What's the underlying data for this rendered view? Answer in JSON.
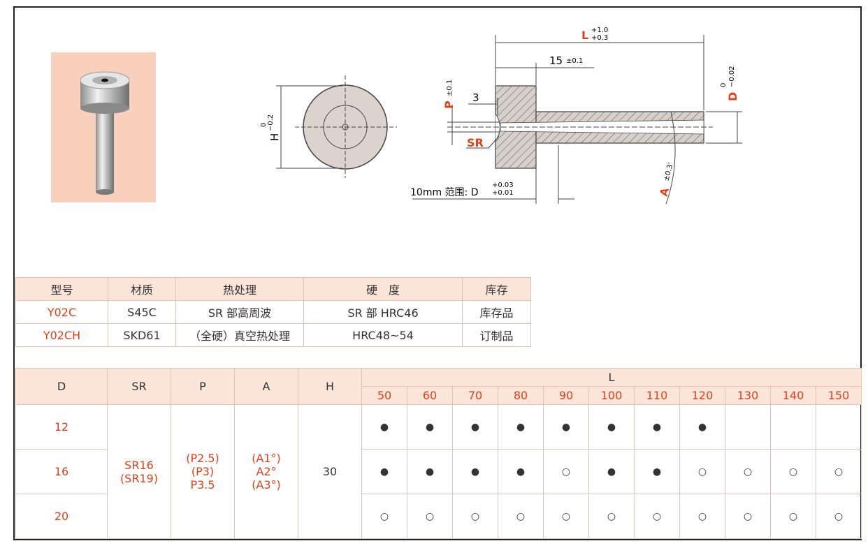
{
  "drawing": {
    "L_label": "L",
    "L_tol_upper": "+1.0",
    "L_tol_lower": "+0.3",
    "dim_15": "15",
    "dim_15_tol": "±0.1",
    "P_label": "P",
    "P_tol": "±0.1",
    "dim_3": "3",
    "SR_label": "SR",
    "H_label": "H",
    "H_tol_upper": "0",
    "H_tol_lower": "−0.2",
    "D_label": "D",
    "D_tol_upper": "0",
    "D_tol_lower": "−0.02",
    "range_text": "10mm 范围: D",
    "range_tol_upper": "+0.03",
    "range_tol_lower": "+0.01",
    "A_label": "A",
    "A_tol": "±0.3'"
  },
  "spec_table": {
    "headers": [
      "型号",
      "材质",
      "热处理",
      "硬　度",
      "库存"
    ],
    "rows": [
      [
        "Y02C",
        "S45C",
        "SR 部高周波",
        "SR 部 HRC46",
        "库存品"
      ],
      [
        "Y02CH",
        "SKD61",
        "（全硬）真空热处理",
        "HRC48~54",
        "订制品"
      ]
    ]
  },
  "size_table": {
    "headers": {
      "D": "D",
      "SR": "SR",
      "P": "P",
      "A": "A",
      "H": "H",
      "L": "L"
    },
    "L_values": [
      "50",
      "60",
      "70",
      "80",
      "90",
      "100",
      "110",
      "120",
      "130",
      "140",
      "150"
    ],
    "D_values": [
      "12",
      "16",
      "20"
    ],
    "SR_lines": [
      "SR16",
      "(SR19)"
    ],
    "P_lines": [
      "(P2.5)",
      "(P3)",
      "P3.5"
    ],
    "A_lines": [
      "(A1°)",
      "A2°",
      "(A3°)"
    ],
    "H_value": "30",
    "availability": [
      [
        "●",
        "●",
        "●",
        "●",
        "●",
        "●",
        "●",
        "●",
        "",
        "",
        ""
      ],
      [
        "●",
        "●",
        "●",
        "●",
        "○",
        "●",
        "●",
        "○",
        "○",
        "○",
        "○"
      ],
      [
        "○",
        "○",
        "○",
        "○",
        "○",
        "○",
        "○",
        "○",
        "○",
        "○",
        "○"
      ]
    ]
  }
}
